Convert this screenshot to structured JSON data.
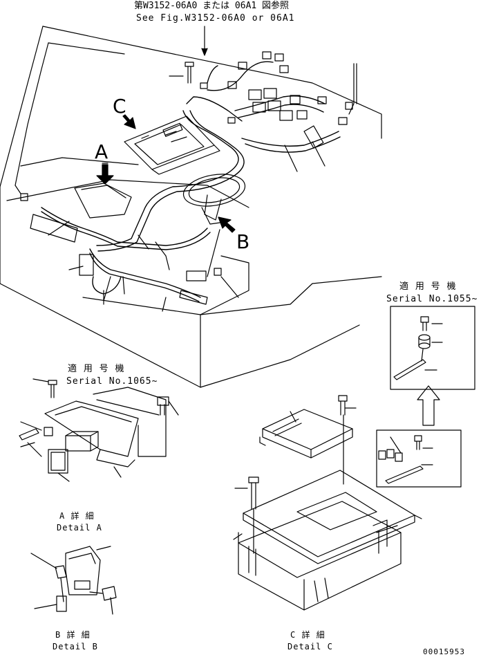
{
  "header": {
    "ref_jp": "第W3152-06A0 または 06A1 図参照",
    "ref_en": "See Fig.W3152-06A0 or 06A1"
  },
  "callouts": {
    "a": "A",
    "b": "B",
    "c": "C"
  },
  "serial_notes": {
    "detail_a": {
      "jp": "適 用 号 機",
      "en": "Serial No.1065~"
    },
    "detail_c": {
      "jp": "適 用 号 機",
      "en": "Serial No.1055~"
    }
  },
  "details": {
    "a": {
      "jp": "A 詳 細",
      "en": "Detail A"
    },
    "b": {
      "jp": "B 詳 細",
      "en": "Detail B"
    },
    "c": {
      "jp": "C 詳 細",
      "en": "Detail C"
    }
  },
  "drawing_number": "00015953"
}
